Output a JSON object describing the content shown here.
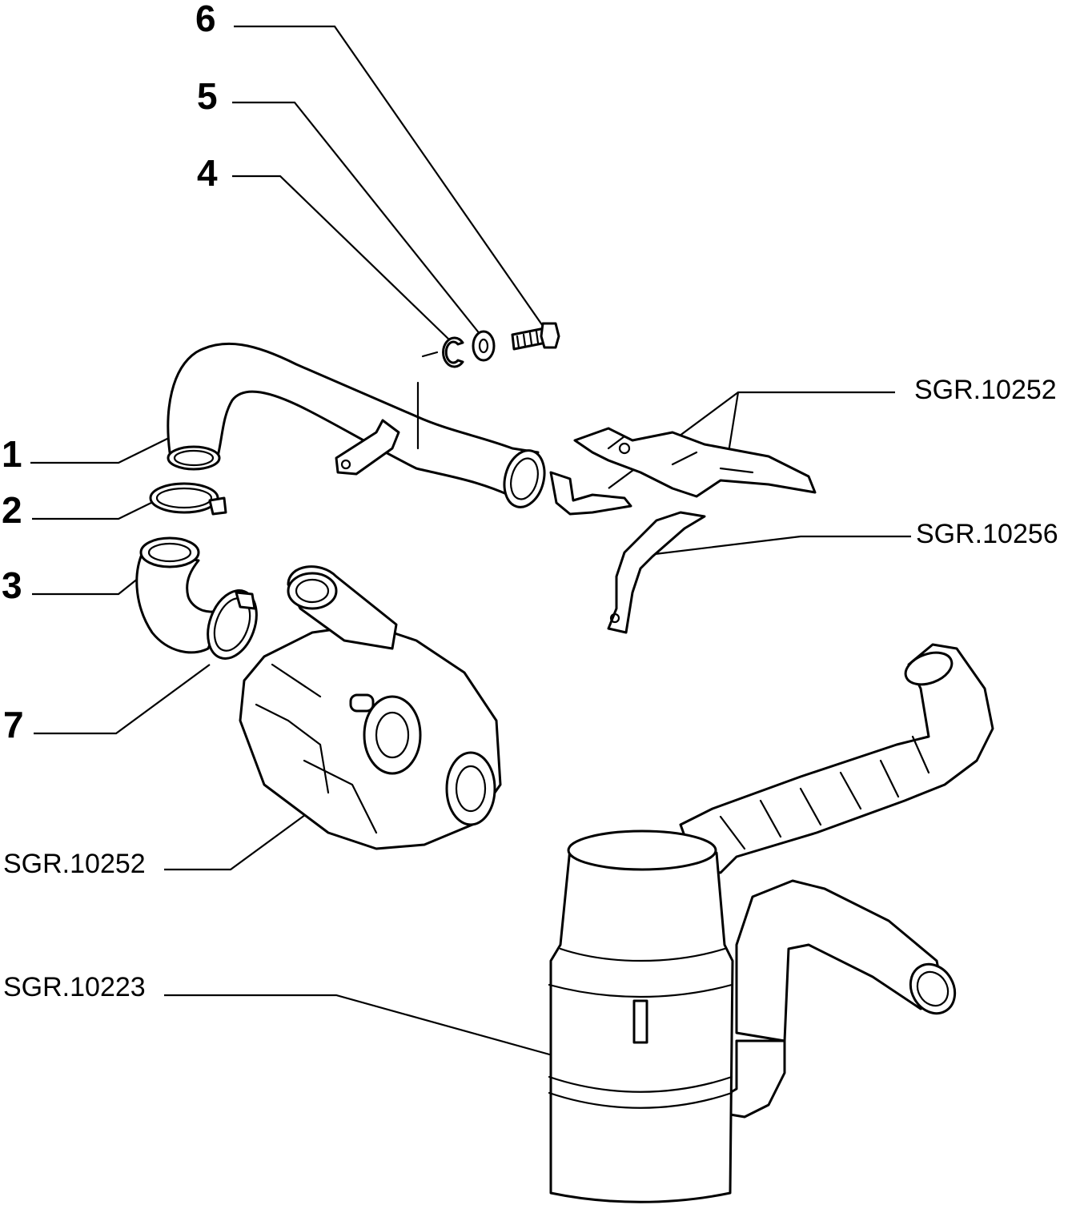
{
  "callouts": {
    "n1": "1",
    "n2": "2",
    "n3": "3",
    "n4": "4",
    "n5": "5",
    "n6": "6",
    "n7": "7"
  },
  "references": {
    "r_bracket_top": "SGR.10252",
    "r_bracket_lower": "SGR.10256",
    "r_pump": "SGR.10252",
    "r_filter": "SGR.10223"
  }
}
